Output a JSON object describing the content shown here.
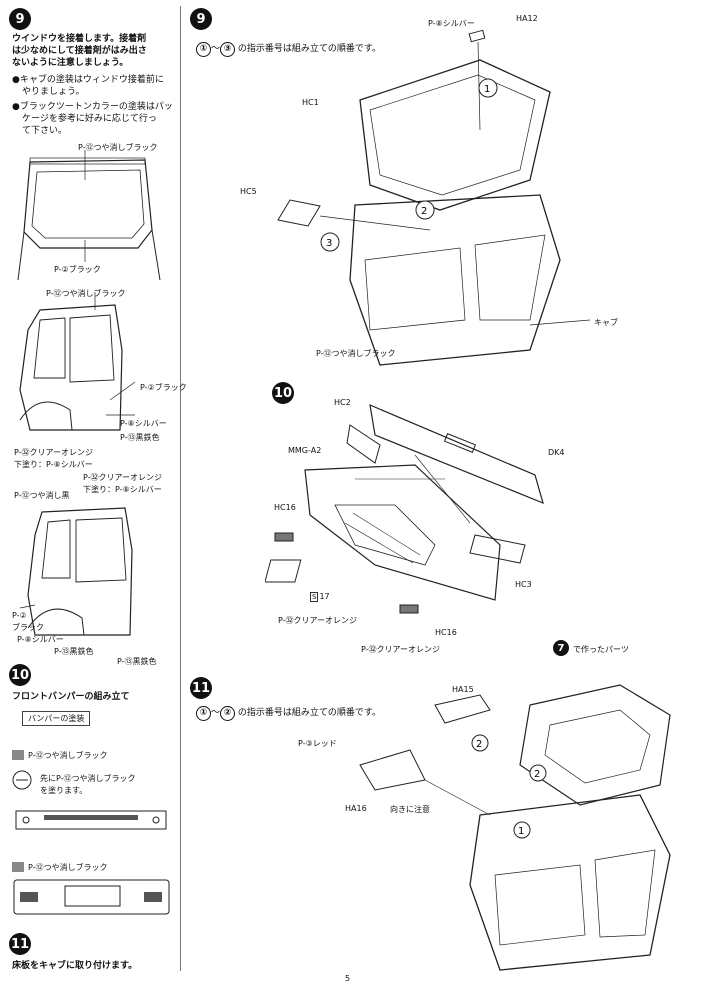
{
  "left": {
    "step9": {
      "num": "9",
      "line1": "ウインドウを接着します。接着剤",
      "line2": "は少なめにして接着剤がはみ出さ",
      "line3": "ないように注意しましょう。",
      "bullet1a": "●キャブの塗装はウィンドウ接着前に",
      "bullet1b": "やりましょう。",
      "bullet2a": "●ブラックツートンカラーの塗装はパッ",
      "bullet2b": "ケージを参考に好みに応じて行っ",
      "bullet2c": "て下さい。",
      "win_matte": "P-⑫つや消しブラック",
      "win_black": "P-②ブラック",
      "cab1_matte": "P-⑫つや消しブラック",
      "cab1_black": "P-②ブラック",
      "cab1_silver": "P-⑧シルバー",
      "cab1_iron": "P-⑬黒鉄色",
      "cab1_clear": "P-㉜クリアーオレンジ",
      "cab1_under": "下塗り：P-⑧シルバー",
      "cab2_clear": "P-㉜クリアーオレンジ",
      "cab2_under": "下塗り：P-⑧シルバー",
      "cab2_matte": "P-⑫つや消し黒",
      "cab2_black1": "P-②",
      "cab2_black2": "ブラック",
      "cab2_silver": "P-⑧シルバー",
      "cab2_iron1": "P-⑬黒鉄色",
      "cab2_iron2": "P-⑬黒鉄色"
    },
    "step10": {
      "num": "10",
      "title": "フロントバンパーの組み立て",
      "boxed": "バンパーの塗装",
      "sw1": "P-⑫つや消しブラック",
      "first1": "先にP-⑫つや消しブラック",
      "first2": "を塗ります。",
      "sw2": "P-⑫つや消しブラック"
    },
    "step11": {
      "num": "11",
      "title": "床板をキャブに取り付けます。"
    }
  },
  "right": {
    "step9": {
      "num": "9",
      "order": "の指示番号は組み立ての順番です。",
      "c1": "①",
      "c3": "③",
      "silver": "P-⑧シルバー",
      "HA12": "HA12",
      "HC1": "HC1",
      "HC5": "HC5",
      "cab": "キャブ",
      "matte": "P-⑫つや消しブラック"
    },
    "step10": {
      "num": "10",
      "HC2": "HC2",
      "MMGA2": "MMG-A2",
      "DK4": "DK4",
      "HC16a": "HC16",
      "S17": "17",
      "S": "S",
      "clear1": "P-㉜クリアーオレンジ",
      "HC3": "HC3",
      "HC16b": "HC16",
      "clear2": "P-㉜クリアーオレンジ"
    },
    "step11": {
      "num": "11",
      "order": "の指示番号は組み立ての順番です。",
      "c1": "①",
      "c2": "②",
      "parts7_num": "7",
      "parts7": "で作ったパーツ",
      "HA15": "HA15",
      "red": "P-③レッド",
      "HA16": "HA16",
      "caution": "向きに注意"
    }
  },
  "page_number": "5"
}
